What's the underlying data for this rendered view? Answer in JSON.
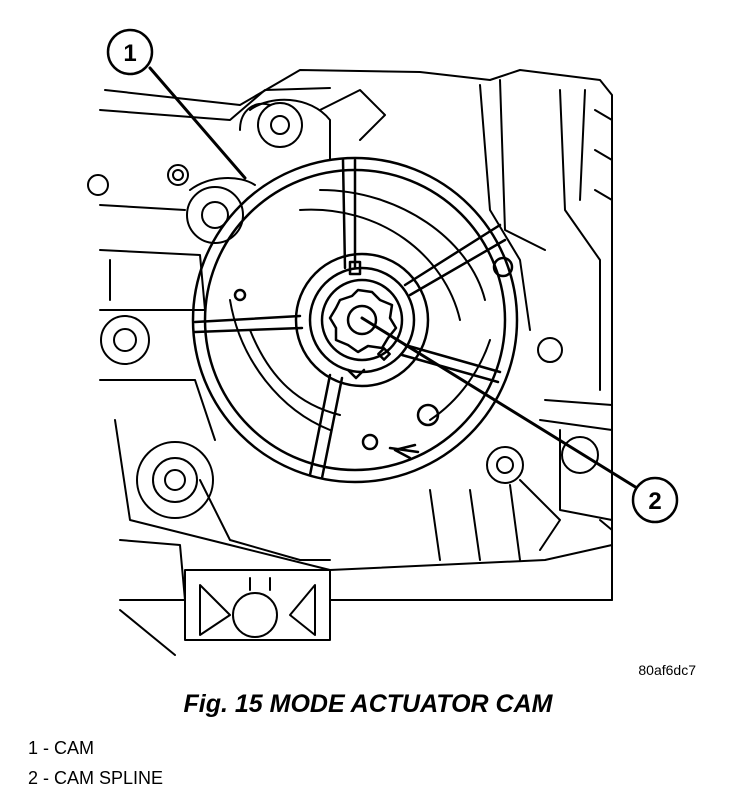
{
  "figure": {
    "callouts": [
      {
        "number": "1"
      },
      {
        "number": "2"
      }
    ],
    "image_code": "80af6dc7",
    "caption": "Fig. 15 MODE ACTUATOR CAM",
    "legend": [
      {
        "text": "1 - CAM"
      },
      {
        "text": "2 - CAM SPLINE"
      }
    ]
  }
}
